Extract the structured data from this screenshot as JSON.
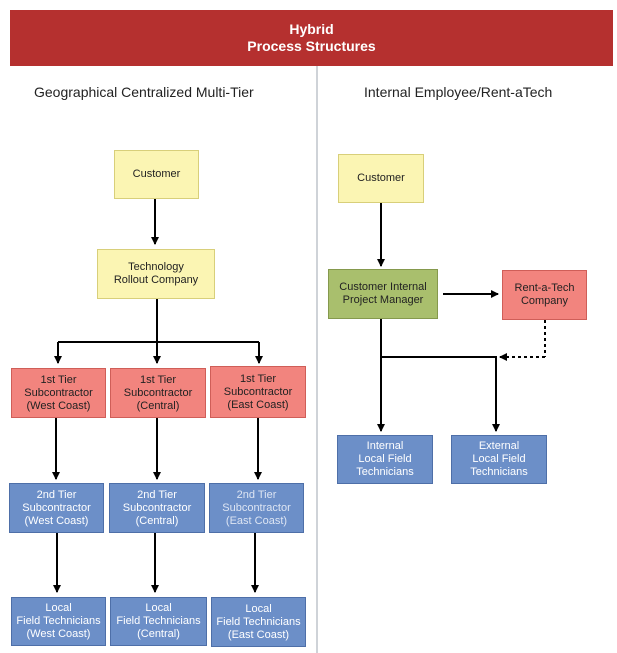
{
  "header": {
    "line1": "Hybrid",
    "line2": "Process Structures"
  },
  "left": {
    "title": "Geographical Centralized Multi-Tier",
    "customer": "Customer",
    "rollout": [
      "Technology",
      "Rollout Company"
    ],
    "tier1": [
      [
        "1st Tier",
        "Subcontractor",
        "(West Coast)"
      ],
      [
        "1st Tier",
        "Subcontractor",
        "(Central)"
      ],
      [
        "1st Tier",
        "Subcontractor",
        "(East Coast)"
      ]
    ],
    "tier2": [
      [
        "2nd Tier",
        "Subcontractor",
        "(West Coast)"
      ],
      [
        "2nd Tier",
        "Subcontractor",
        "(Central)"
      ],
      [
        "2nd Tier",
        "Subcontractor",
        "(East Coast)"
      ]
    ],
    "local": [
      [
        "Local",
        "Field Technicians",
        "(West Coast)"
      ],
      [
        "Local",
        "Field Technicians",
        "(Central)"
      ],
      [
        "Local",
        "Field Technicians",
        "(East Coast)"
      ]
    ]
  },
  "right": {
    "title": "Internal Employee/Rent-aTech",
    "customer": "Customer",
    "manager": [
      "Customer Internal",
      "Project Manager"
    ],
    "renttech": [
      "Rent-a-Tech",
      "Company"
    ],
    "internal": [
      "Internal",
      "Local Field",
      "Technicians"
    ],
    "external": [
      "External",
      "Local Field",
      "Technicians"
    ]
  }
}
